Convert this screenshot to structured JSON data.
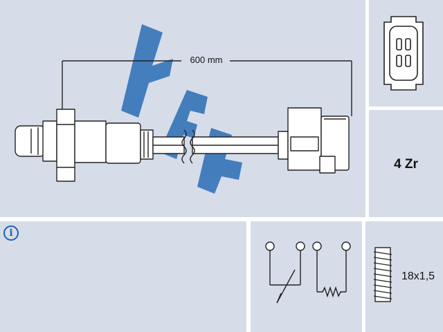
{
  "brand": {
    "watermark": "FAE",
    "color": "#2a6db5"
  },
  "sensor_diagram": {
    "cable_length": "600 mm"
  },
  "connector": {
    "pins": 4
  },
  "wires": {
    "label": "4 Zr"
  },
  "info": {
    "icon": "info-icon"
  },
  "electrical": {
    "symbols": [
      "variable-resistor-icon",
      "heater-resistor-icon"
    ]
  },
  "thread": {
    "label": "18x1,5",
    "icon": "thread-icon"
  },
  "colors": {
    "panel": "#d6dde9",
    "watermark": "#2a6db5",
    "line": "#222222"
  }
}
